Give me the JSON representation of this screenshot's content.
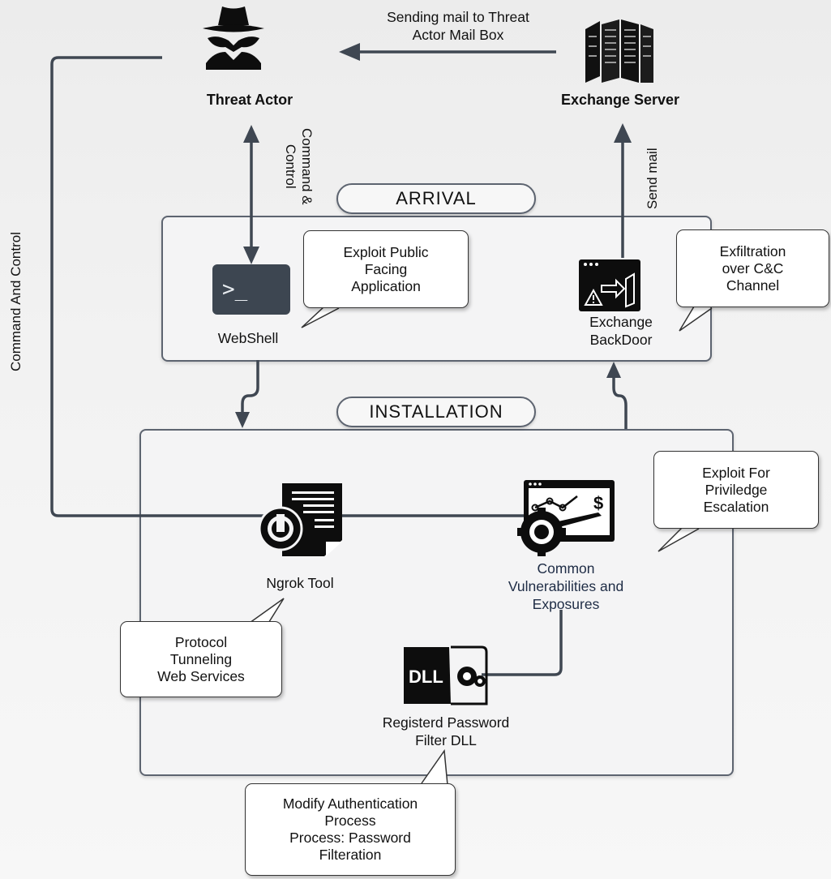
{
  "top_edge": {
    "mail_label": "Sending mail to Threat Actor Mail Box",
    "mail_label_line1": "Sending mail to Threat",
    "mail_label_line2": "Actor Mail Box",
    "command_control_short_line1": "Command &",
    "command_control_short_line2": "Control",
    "send_mail": "Send mail",
    "command_and_control": "Command And Control"
  },
  "nodes": {
    "threat_actor": "Threat Actor",
    "exchange_server": "Exchange Server",
    "webshell": "WebShell",
    "exchange_backdoor_line1": "Exchange",
    "exchange_backdoor_line2": "BackDoor",
    "ngrok_tool": "Ngrok Tool",
    "cve_line1": "Common",
    "cve_line2": "Vulnerabilities and",
    "cve_line3": "Exposures",
    "dll_line1": "Registerd Password",
    "dll_line2": "Filter DLL",
    "dll_icon_text": "DLL",
    "terminal_prompt": ">_"
  },
  "stages": {
    "arrival": "ARRIVAL",
    "installation": "INSTALLATION"
  },
  "callouts": {
    "exploit_public_line1": "Exploit Public",
    "exploit_public_line2": "Facing",
    "exploit_public_line3": "Application",
    "exfil_line1": "Exfiltration",
    "exfil_line2": "over C&C",
    "exfil_line3": "Channel",
    "priv_line1": "Exploit For",
    "priv_line2": "Priviledge",
    "priv_line3": "Escalation",
    "protocol_line1": "Protocol",
    "protocol_line2": "Tunneling",
    "protocol_line3": "Web Services",
    "modify_line1": "Modify Authentication",
    "modify_line2": "Process",
    "modify_line3": "Process: Password",
    "modify_line4": "Filteration"
  },
  "colors": {
    "line": "#3f4752",
    "panel_border": "#5d6470",
    "terminal_bg": "#3d4651",
    "icon": "#0d0d0d"
  }
}
